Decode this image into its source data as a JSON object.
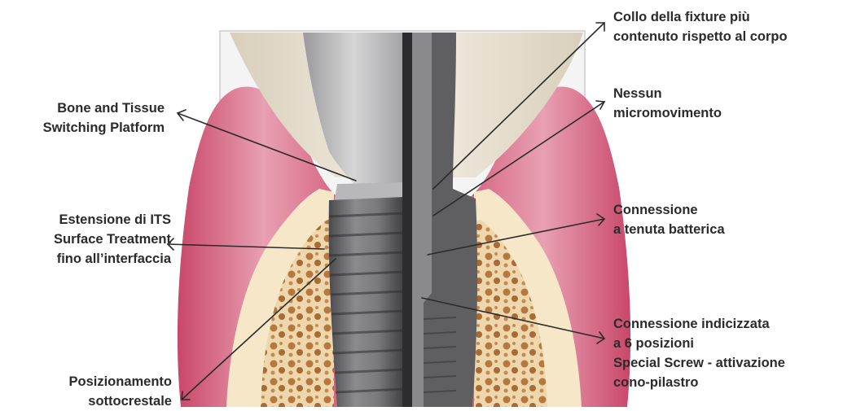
{
  "labels": {
    "bone_tissue": [
      "Bone and Tissue",
      "Switching Platform"
    ],
    "its": [
      "Estensione di ITS",
      "Surface Treatment",
      "fino all’interfaccia"
    ],
    "subcrestal": [
      "Posizionamento",
      "sottocrestale"
    ],
    "collo": [
      "Collo della fixture più",
      "contenuto rispetto al corpo"
    ],
    "nessun": [
      "Nessun",
      "micromovimento"
    ],
    "connessione": [
      "Connessione",
      "a tenuta batterica"
    ],
    "indicizzata": [
      "Connessione indicizzata",
      "a 6 posizioni",
      "Special Screw - attivazione",
      "cono-pilastro"
    ]
  },
  "colors": {
    "text": "#2b2b2b",
    "gum": "#e07f97",
    "gum_dark": "#c94f6d",
    "bone_cortical": "#f3e4c4",
    "bone_trabecular": "#d9a56a",
    "implant": "#6e6e70",
    "crown": "#e9e3d6",
    "leader": "#2b2b2b"
  }
}
